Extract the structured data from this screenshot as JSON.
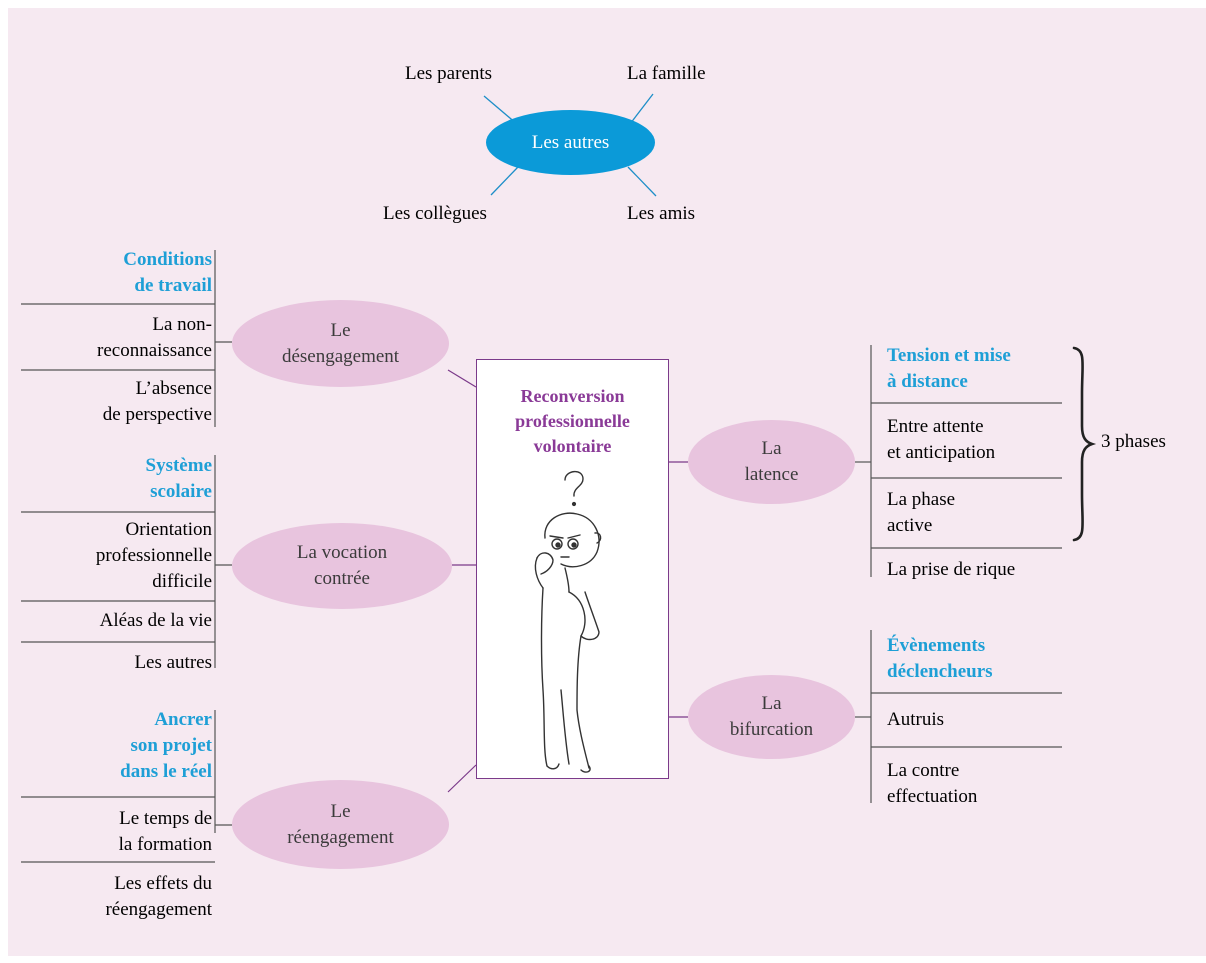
{
  "top_cluster": {
    "center": "Les autres",
    "items": [
      "Les parents",
      "La famille",
      "Les collègues",
      "Les amis"
    ]
  },
  "center": {
    "title": "Reconversion\nprofessionnelle\nvolontaire",
    "icon": "thinking-person-icon"
  },
  "branches": {
    "desengagement": {
      "label": "Le\ndésengagement",
      "title": "Conditions\nde travail",
      "items": [
        "La non-\nreconnaissance",
        "L’absence\nde perspective"
      ]
    },
    "vocation": {
      "label": "La vocation\ncontrée",
      "title": "Système\nscolaire",
      "items": [
        "Orientation\nprofessionnelle\ndifficile",
        "Aléas de la vie",
        "Les autres"
      ]
    },
    "reengagement": {
      "label": "Le\nréengagement",
      "title": "Ancrer\nson projet\ndans le réel",
      "items": [
        "Le temps de\nla formation",
        "Les effets du\nréengagement"
      ]
    },
    "latence": {
      "label": "La\nlatence",
      "title": "Tension et mise\nà distance",
      "items": [
        "Entre attente\net anticipation",
        "La phase\nactive",
        "La prise de rique"
      ],
      "brace_label": "3 phases"
    },
    "bifurcation": {
      "label": "La\nbifurcation",
      "title": "Évènements\ndéclencheurs",
      "items": [
        "Autruis",
        "La contre\neffectuation"
      ]
    }
  },
  "colors": {
    "background": "#f6e9f1",
    "oval_pink": "#e8c4de",
    "oval_blue": "#0b9ad8",
    "title_blue": "#1e9fd6",
    "center_purple": "#8a3a97"
  }
}
